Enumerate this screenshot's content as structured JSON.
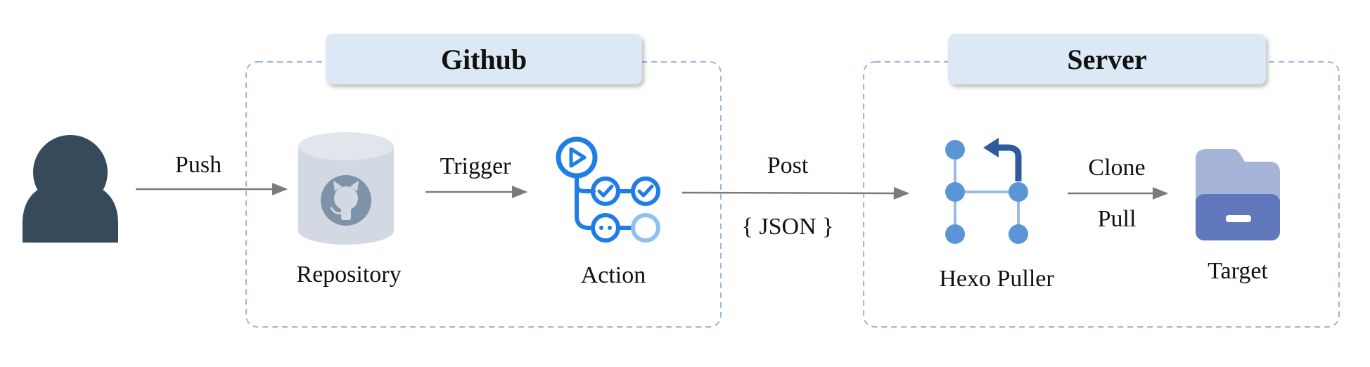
{
  "groups": {
    "github": {
      "title": "Github"
    },
    "server": {
      "title": "Server"
    }
  },
  "nodes": {
    "user": {
      "icon": "user-icon"
    },
    "repository": {
      "label": "Repository",
      "icon": "database-github-icon"
    },
    "action": {
      "label": "Action",
      "icon": "github-actions-workflow-icon"
    },
    "hexo_puller": {
      "label": "Hexo Puller",
      "icon": "git-branch-graph-icon"
    },
    "target": {
      "label": "Target",
      "icon": "folder-icon"
    }
  },
  "edges": {
    "push": {
      "label": "Push"
    },
    "trigger": {
      "label": "Trigger"
    },
    "post": {
      "label": "Post",
      "sublabel": "{ JSON }"
    },
    "clone_pull": {
      "label": "Clone",
      "sublabel": "Pull"
    }
  },
  "colors": {
    "user": "#374a5c",
    "repository_body": "#d3d9e2",
    "repository_icon": "#7f93a8",
    "action_blue": "#1f7de6",
    "action_light": "#8fc0f2",
    "puller_node": "#5b95d6",
    "puller_line": "#9cbbe2",
    "puller_arrow": "#2e5a9e",
    "folder_back": "#a5b4d8",
    "folder_front": "#6077bb",
    "title_box": "#dce8f5",
    "dashed_border": "#9cb6d6",
    "arrow": "#7b7b7b"
  }
}
